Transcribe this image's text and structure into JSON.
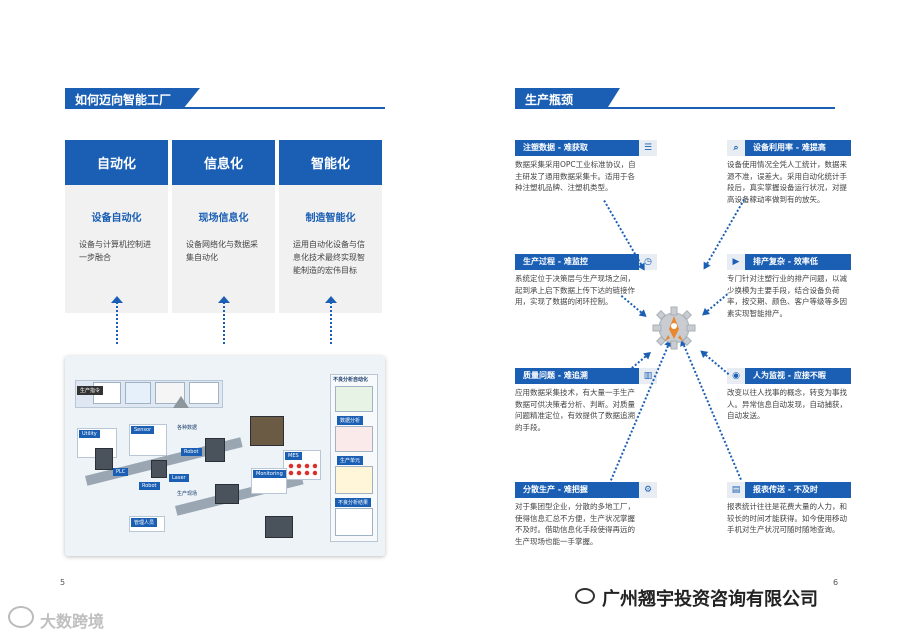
{
  "left": {
    "banner": "如何迈向智能工厂",
    "columns": [
      {
        "title": "自动化",
        "subtitle": "设备自动化",
        "desc": "设备与计算机控制进一步融合"
      },
      {
        "title": "信息化",
        "subtitle": "现场信息化",
        "desc": "设备网络化与数据采集自动化"
      },
      {
        "title": "智能化",
        "subtitle": "制造智能化",
        "desc": "运用自动化设备与信息化技术最终实现智能制造的宏伟目标"
      }
    ],
    "diagram": {
      "side_title": "不良分析自动化",
      "labels": [
        "Utility",
        "Sensor",
        "PLC",
        "Robot",
        "Robot",
        "Laser",
        "生产现场",
        "Monitoring",
        "MES",
        "生产指令",
        "各种数据",
        "数据分析",
        "管理人员",
        "生产单元",
        "不良分析结果"
      ]
    },
    "page_number": "5"
  },
  "right": {
    "banner": "生产瓶颈",
    "blocks": [
      {
        "title": "注塑数据 - 难获取",
        "icon": "database-icon",
        "glyph": "☰",
        "body": "数据采集采用OPC工业标准协议，自主研发了通用数据采集卡。适用于各种注塑机品牌、注塑机类型。"
      },
      {
        "title": "生产过程 - 难监控",
        "icon": "clock-icon",
        "glyph": "◷",
        "body": "系统定位于决策层与生产现场之间，起到承上启下数据上传下达的链接作用，实现了数据的闭环控制。"
      },
      {
        "title": "质量问题 - 难追溯",
        "icon": "chart-icon",
        "glyph": "▥",
        "body": "应用数据采集技术，有大量一手生产数据可供决策者分析、判断。对质量问题精准定位，有效提供了数据追溯的手段。"
      },
      {
        "title": "分散生产 - 难把握",
        "icon": "gears-icon",
        "glyph": "⚙",
        "body": "对于集团型企业，分散的多地工厂，使得信息汇总不方便，生产状况掌握不及时。借助信息化手段使得再远的生产现场也能一手掌握。"
      },
      {
        "title": "设备利用率 - 难提高",
        "icon": "search-icon",
        "glyph": "⌕",
        "body": "设备使用情况全凭人工统计，数据来源不准，误差大。采用自动化统计手段后，真实掌握设备运行状况，对提高设备稼动率做到有的放矢。"
      },
      {
        "title": "排产复杂 - 效率低",
        "icon": "play-icon",
        "glyph": "▶",
        "body": "专门针对注塑行业的排产问题，以减少换模为主要手段，结合设备负荷率，按交期、颜色、客户等级等多因素实现智能排产。"
      },
      {
        "title": "人为监视 - 应接不暇",
        "icon": "eye-icon",
        "glyph": "◉",
        "body": "改变以往人找事的概念，转变为事找人。异常信息自动发现，自动捕获，自动发送。"
      },
      {
        "title": "报表传送 - 不及时",
        "icon": "report-icon",
        "glyph": "▤",
        "body": "报表统计往往是花费大量的人力，和较长的时间才能获得。如今使用移动手机对生产状况可随时随地查询。"
      }
    ],
    "page_number": "6"
  },
  "watermarks": {
    "company": "广州翘宇投资咨询有限公司",
    "brand": "大数跨境"
  }
}
